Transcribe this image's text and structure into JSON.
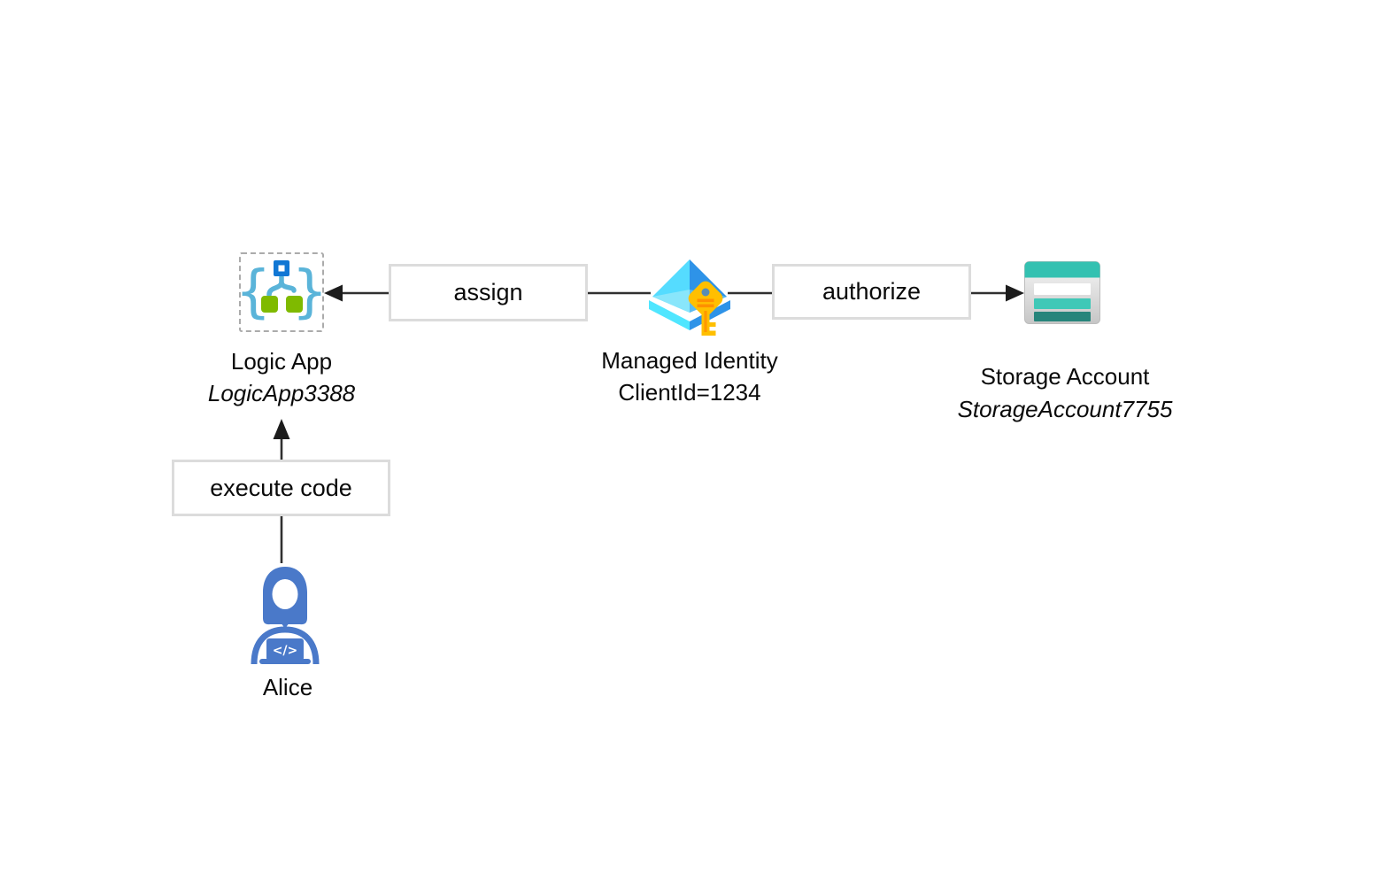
{
  "diagram": {
    "nodes": {
      "logic_app": {
        "title": "Logic App",
        "instance": "LogicApp3388",
        "icon": "logic-app-icon"
      },
      "managed_identity": {
        "title": "Managed Identity",
        "instance": "ClientId=1234",
        "icon": "managed-identity-key-icon"
      },
      "storage_account": {
        "title": "Storage Account",
        "instance": "StorageAccount7755",
        "icon": "storage-account-icon"
      },
      "user": {
        "title": "Alice",
        "icon": "developer-person-icon"
      }
    },
    "edges": [
      {
        "label": "assign",
        "from": "managed_identity",
        "to": "logic_app"
      },
      {
        "label": "authorize",
        "from": "managed_identity",
        "to": "storage_account"
      },
      {
        "label": "execute code",
        "from": "user",
        "to": "logic_app"
      }
    ],
    "colors": {
      "connector": "#303030",
      "edge_box_border": "#dcdcdc",
      "logic_app_blue": "#1177d4",
      "logic_app_light_blue": "#59b4d9",
      "logic_app_green": "#7fba00",
      "identity_cyan": "#55dcff",
      "identity_blue": "#2e93e8",
      "key_gold": "#ffbf00",
      "key_orange": "#ff9000",
      "storage_teal": "#33c1b1",
      "storage_teal_light": "#3fc8b7",
      "storage_teal_dark": "#27857b",
      "person_blue": "#4a79c9"
    }
  }
}
